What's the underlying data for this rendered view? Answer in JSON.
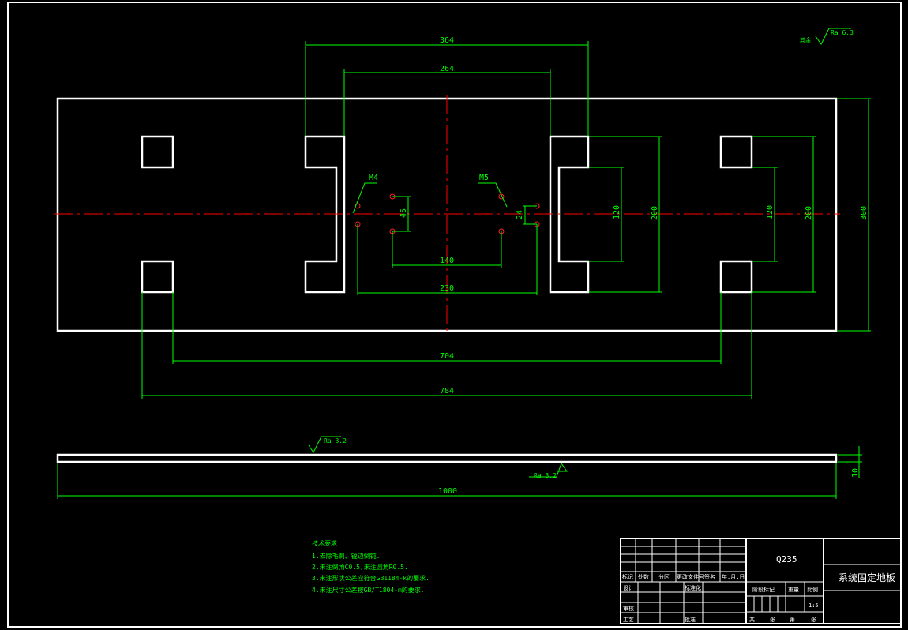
{
  "drawing": {
    "top_dimensions": [
      "364",
      "264"
    ],
    "surface_roughness_general": "Ra 6.3",
    "surface_roughness_general_prefix": "其余",
    "thread_labels": {
      "left": "M4",
      "right": "M5"
    },
    "hole_dimensions": {
      "spacing_45": "45",
      "spacing_24": "24",
      "span_140": "140",
      "span_230": "230"
    },
    "slot_dimensions": {
      "left_120": "120",
      "left_200": "200",
      "right_120": "120",
      "right_200": "200",
      "height_300": "300"
    },
    "bottom_dimensions": [
      "704",
      "784"
    ],
    "side_view": {
      "roughness_top": "Ra 3.2",
      "roughness_bottom": "Ra 3.2",
      "length": "1000",
      "thickness": "10"
    }
  },
  "notes": {
    "title": "技术要求",
    "items": [
      "1.去除毛刺、锐边倒钝.",
      "2.未注倒角C0.5,未注圆角R0.5.",
      "3.未注形状公差应符合GB1184-k的要求.",
      "4.未注尺寸公差按GB/T1804-m的要求."
    ]
  },
  "title_block": {
    "material": "Q235",
    "part_name": "系统固定地板",
    "header_labels": [
      "标记",
      "处数",
      "分区",
      "更改文件号",
      "签名",
      "年.月.日"
    ],
    "row_labels": {
      "design": "设计",
      "standardize": "标准化",
      "review": "审核",
      "process": "工艺",
      "approve": "批准"
    },
    "stage_label": "阶段标记",
    "weight_label": "重量",
    "scale_label": "比例",
    "scale_value": "1:5",
    "sheets_row": [
      "共",
      "张",
      "第",
      "张"
    ]
  },
  "colors": {
    "background": "#000000",
    "outline": "#ffffff",
    "dimension": "#00ff00",
    "centerline": "#ff0000"
  }
}
